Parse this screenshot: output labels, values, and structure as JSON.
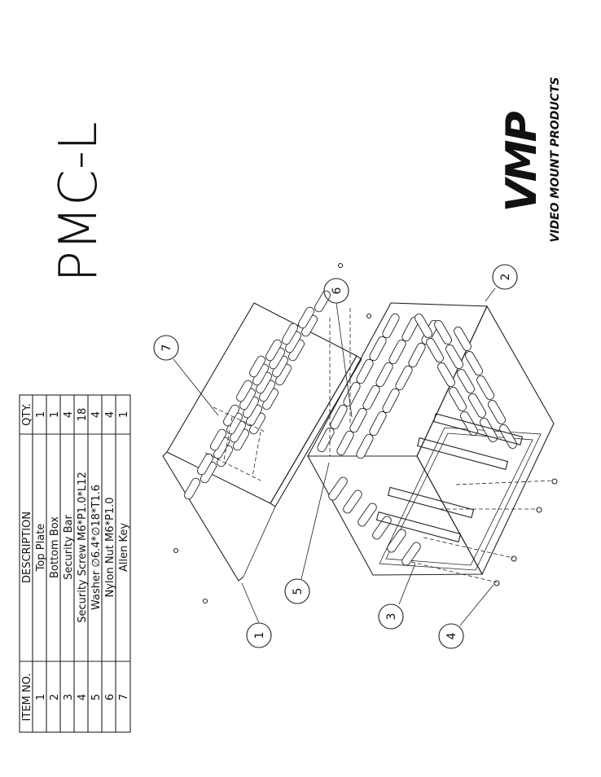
{
  "title": "PMC-L",
  "brand": {
    "name": "VIDEO MOUNT PRODUCTS",
    "logo_letters": "VMP"
  },
  "table": {
    "headers": {
      "item": "ITEM NO.",
      "description": "DESCRIPTION",
      "qty": "QTY."
    },
    "rows": [
      {
        "item": "1",
        "description": "Top Plate",
        "qty": "1"
      },
      {
        "item": "2",
        "description": "Bottom Box",
        "qty": "1"
      },
      {
        "item": "3",
        "description": "Security Bar",
        "qty": "4"
      },
      {
        "item": "4",
        "description": "Security Screw M6*P1.0*L12",
        "qty": "18"
      },
      {
        "item": "5",
        "description": "Washer ∅6.4*∅18*T1.6",
        "qty": "4"
      },
      {
        "item": "6",
        "description": "Nylon Nut M6*P1.0",
        "qty": "4"
      },
      {
        "item": "7",
        "description": "Allen Key",
        "qty": "1"
      }
    ]
  },
  "balloons": [
    "1",
    "2",
    "3",
    "4",
    "5",
    "6",
    "7"
  ]
}
